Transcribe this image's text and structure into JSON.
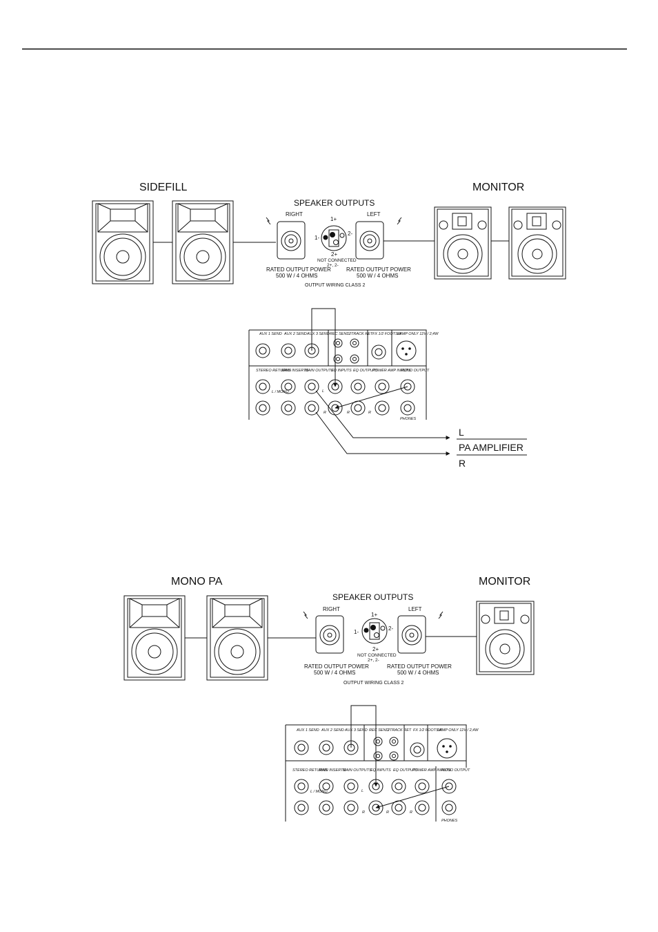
{
  "top_setup": {
    "left_group_label": "SIDEFILL",
    "right_group_label": "MONITOR",
    "amp_panel": {
      "title": "SPEAKER OUTPUTS",
      "right_label": "RIGHT",
      "left_label": "LEFT",
      "pin_1plus": "1+",
      "pin_1minus": "1-",
      "pin_2plus": "2+",
      "pin_2minus": "2-",
      "not_connected": "NOT CONNECTED",
      "not_connected_pins": "2+, 2-",
      "rated_power_title": "RATED OUTPUT POWER",
      "rated_power_right": "500 W / 4 OHMS",
      "rated_power_left": "500 W / 4 OHMS",
      "wiring_class": "OUTPUT WIRING CLASS 2"
    },
    "mixer": {
      "row1": [
        "AUX 1 SEND",
        "AUX 2 SEND",
        "AUX 3 SEND",
        "REC SEND",
        "2TRACK RET",
        "FX 1/2 FOOTSW",
        "LAMP ONLY 12V / 2,4W"
      ],
      "row2": [
        "STEREO RETURNS",
        "MAIN INSERTS",
        "MAIN OUTPUTS",
        "EQ INPUTS",
        "EQ OUTPUTS",
        "POWER AMP INPUTS",
        "MONO OUTPUT"
      ],
      "l_tag": "L",
      "r_tag": "R",
      "mono_tag": "L / MONO",
      "phones": "PHONES"
    },
    "pa_amp": {
      "l_label": "L",
      "title": "PA AMPLIFIER",
      "r_label": "R"
    }
  },
  "bottom_setup": {
    "left_group_label": "MONO PA",
    "right_group_label": "MONITOR",
    "amp_panel": {
      "title": "SPEAKER OUTPUTS",
      "right_label": "RIGHT",
      "left_label": "LEFT",
      "pin_1plus": "1+",
      "pin_1minus": "1-",
      "pin_2plus": "2+",
      "pin_2minus": "2-",
      "not_connected": "NOT CONNECTED",
      "not_connected_pins": "2+, 2-",
      "rated_power_title": "RATED OUTPUT POWER",
      "rated_power_right": "500 W / 4 OHMS",
      "rated_power_left": "500 W / 4 OHMS",
      "wiring_class": "OUTPUT WIRING CLASS 2"
    },
    "mixer": {
      "row1": [
        "AUX 1 SEND",
        "AUX 2 SEND",
        "AUX 3 SEND",
        "REC SEND",
        "2TRACK RET",
        "FX 1/2 FOOTSW",
        "LAMP ONLY 12V / 2,4W"
      ],
      "row2": [
        "STEREO RETURNS",
        "MAIN INSERTS",
        "MAIN OUTPUTS",
        "EQ INPUTS",
        "EQ OUTPUTS",
        "POWER AMP INPUTS",
        "MONO OUTPUT"
      ],
      "l_tag": "L",
      "r_tag": "R",
      "mono_tag": "L / MONO",
      "phones": "PHONES"
    }
  }
}
